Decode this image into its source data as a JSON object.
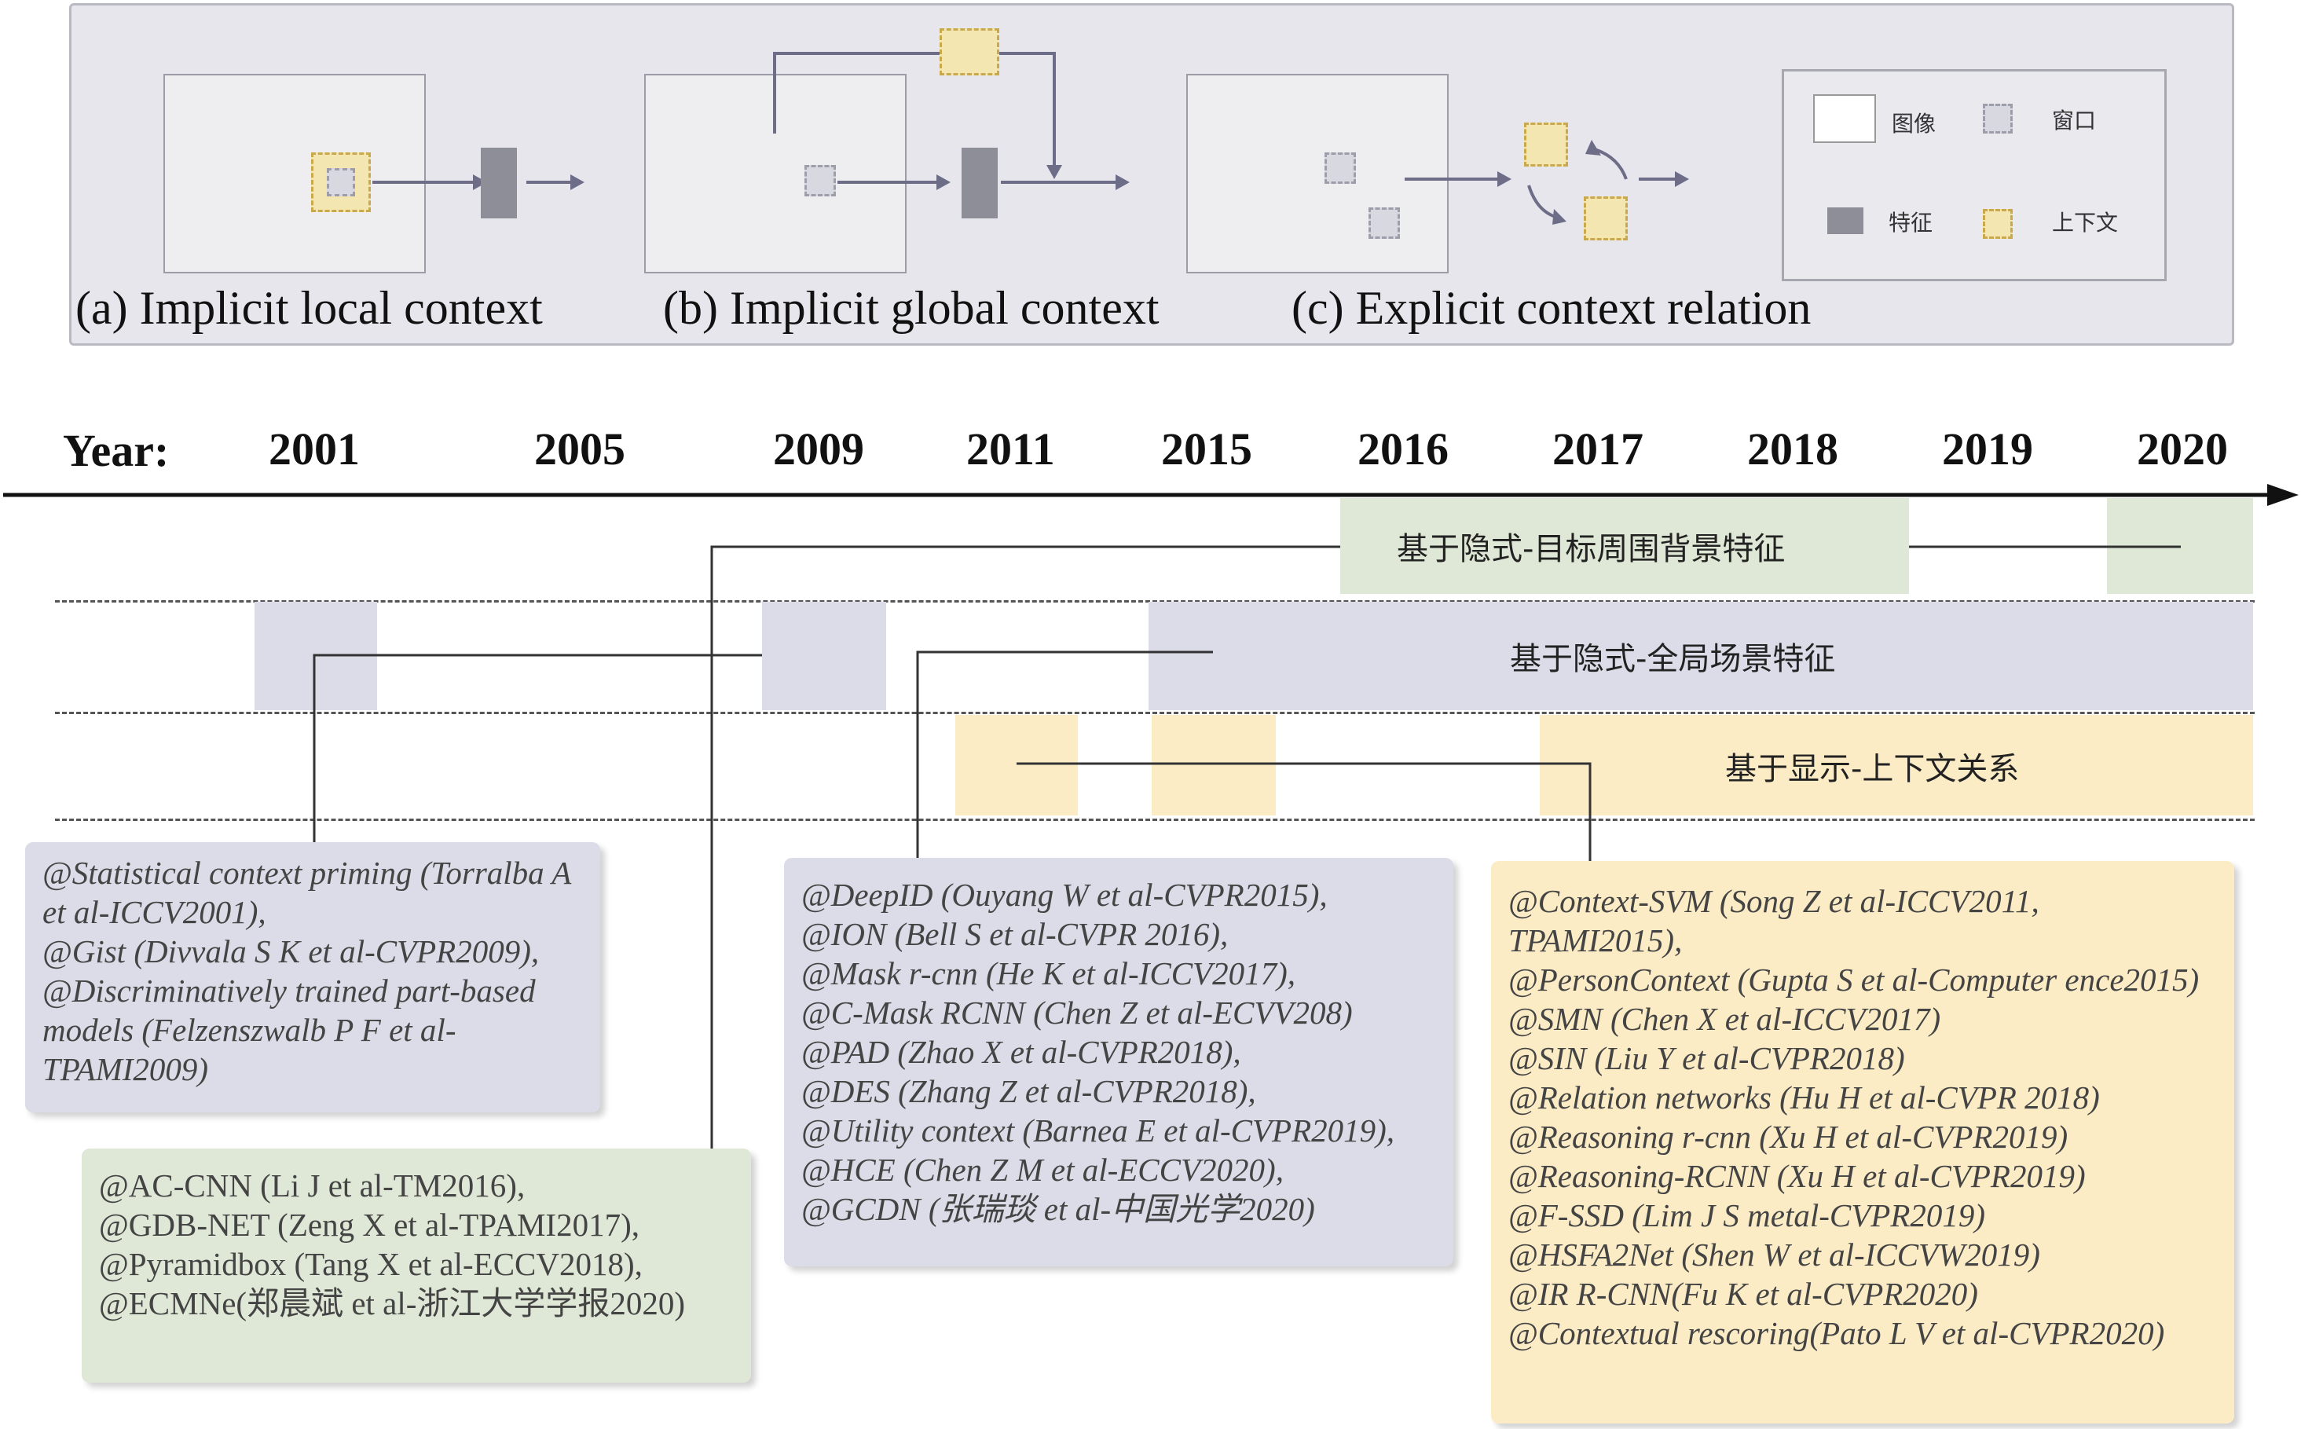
{
  "panels": {
    "a_caption": "(a) Implicit local context",
    "b_caption": "(b) Implicit global context",
    "c_caption": "(c) Explicit context relation"
  },
  "legend": {
    "image": "图像",
    "window": "窗口",
    "feature": "特征",
    "context": "上下文"
  },
  "axis": {
    "label": "Year:",
    "years": [
      "2001",
      "2005",
      "2009",
      "2011",
      "2015",
      "2016",
      "2017",
      "2018",
      "2019",
      "2020"
    ]
  },
  "bands": {
    "local": "基于隐式-目标周围背景特征",
    "global": "基于隐式-全局场景特征",
    "explicit": "基于显示-上下文关系"
  },
  "refs": {
    "box1": [
      "@Statistical context priming (Torralba A et al-ICCV2001),",
      "@Gist (Divvala S K et al-CVPR2009),",
      "@Discriminatively trained part-based models (Felzenszwalb P F et al-TPAMI2009)"
    ],
    "box2": [
      "@AC-CNN (Li J et al-TM2016),",
      "@GDB-NET (Zeng X et al-TPAMI2017),",
      "@Pyramidbox (Tang X et al-ECCV2018),",
      "@ECMNe(郑晨斌 et al-浙江大学学报2020)"
    ],
    "box3": [
      "@DeepID (Ouyang W et al-CVPR2015),",
      "@ION (Bell S et al-CVPR 2016),",
      "@Mask r-cnn (He K et al-ICCV2017),",
      "@C-Mask RCNN (Chen Z et al-ECVV208)",
      "@PAD (Zhao X et al-CVPR2018),",
      "@DES (Zhang Z et al-CVPR2018),",
      "@Utility context (Barnea E et al-CVPR2019),",
      "@HCE (Chen Z M et al-ECCV2020),",
      "@GCDN (张瑞琰 et al-中国光学2020)"
    ],
    "box4": [
      "@Context-SVM (Song Z et al-ICCV2011, TPAMI2015),",
      "@PersonContext (Gupta S et al-Computer ence2015)",
      "@SMN (Chen X et al-ICCV2017)",
      "@SIN (Liu Y et al-CVPR2018)",
      "@Relation networks (Hu H et al-CVPR 2018)",
      "@Reasoning r-cnn (Xu H et al-CVPR2019)",
      "@Reasoning-RCNN (Xu H et al-CVPR2019)",
      "@F-SSD (Lim J S metal-CVPR2019)",
      "@HSFA2Net (Shen W et al-ICCVW2019)",
      "@IR R-CNN(Fu K et al-CVPR2020)",
      "@Contextual rescoring(Pato L V et al-CVPR2020)"
    ]
  }
}
